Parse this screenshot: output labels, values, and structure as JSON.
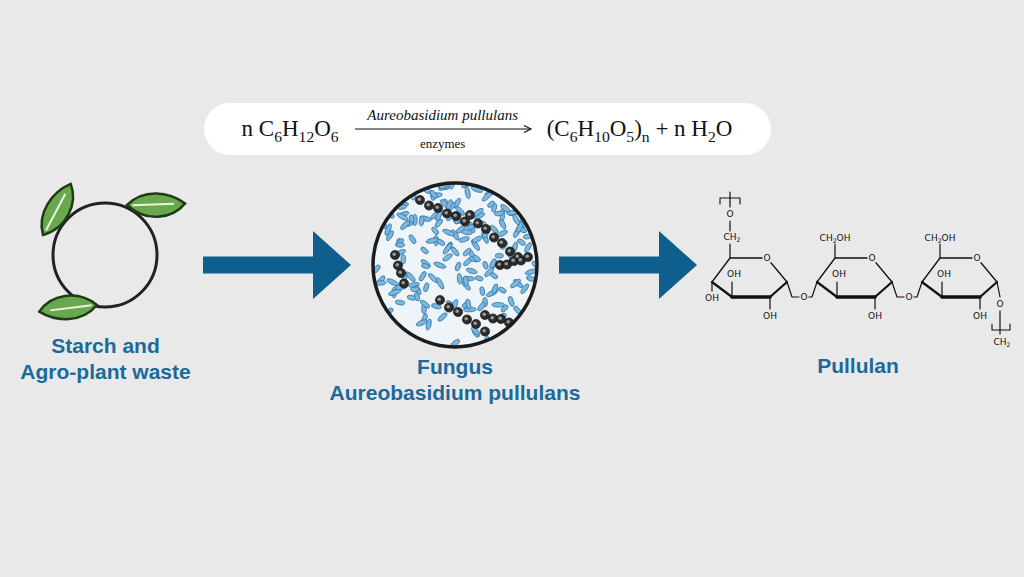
{
  "diagram": {
    "nodes": [
      {
        "text": [
          "n C6H12O6",
          "Aureobasidium pullulans",
          "enzymes",
          "(C6H10O5)n + n H2O"
        ]
      },
      {
        "text": [
          "Starch and Agro-plant waste"
        ]
      },
      {
        "text": [
          "Fungus Aureobasidium pullulans"
        ]
      },
      {
        "text": [
          "Pullulan"
        ]
      }
    ],
    "edges": [
      {
        "from": 1,
        "to": 2,
        "arrow": "to"
      },
      {
        "from": 2,
        "to": 3,
        "arrow": "to"
      }
    ],
    "labels": [
      "O",
      "CH2",
      "O",
      "OH",
      "OH",
      "OH",
      "O",
      "CH2OH",
      "O",
      "OH",
      "OH",
      "O",
      "CH2OH",
      "O",
      "OH",
      "OH",
      "O",
      "CH2"
    ]
  }
}
